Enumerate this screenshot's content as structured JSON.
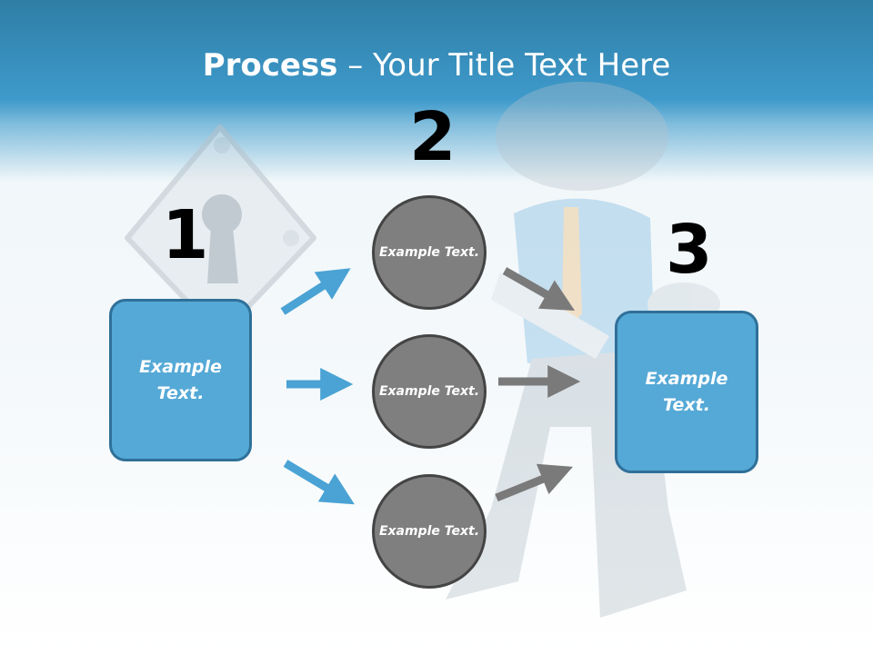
{
  "title": {
    "bold": "Process",
    "rest": " – Your Title Text Here"
  },
  "steps": [
    {
      "number": "1",
      "box_text": "Example Text."
    },
    {
      "number": "2",
      "circles": [
        "Example Text.",
        "Example Text.",
        "Example Text."
      ]
    },
    {
      "number": "3",
      "box_text": "Example Text."
    }
  ],
  "colors": {
    "accent_blue": "#55a9d6",
    "box_border": "#2f7099",
    "circle_gray": "#7f7f7f",
    "arrow_blue": "#4aa3d4",
    "arrow_gray": "#7a7a7a"
  }
}
